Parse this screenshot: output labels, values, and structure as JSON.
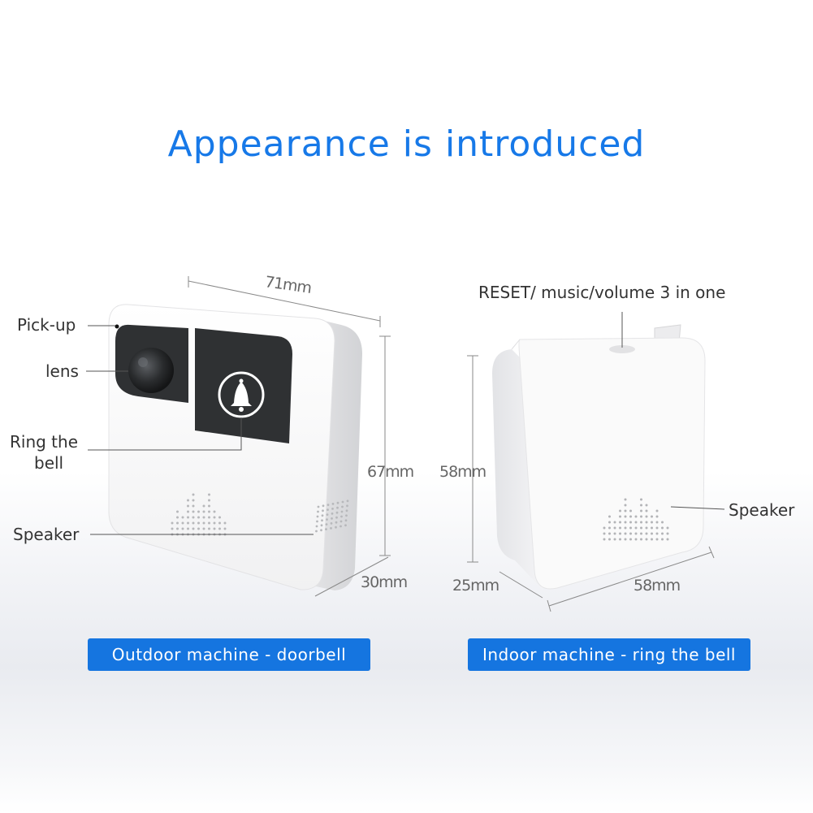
{
  "title": "Appearance is introduced",
  "outdoor": {
    "labels": {
      "pickup": "Pick-up",
      "lens": "lens",
      "ring_line1": "Ring the",
      "ring_line2": "bell",
      "speaker": "Speaker"
    },
    "dims": {
      "width": "71mm",
      "height": "67mm",
      "depth": "30mm"
    },
    "caption": "Outdoor machine - doorbell"
  },
  "indoor": {
    "labels": {
      "reset": "RESET/ music/volume 3 in one",
      "speaker": "Speaker"
    },
    "dims": {
      "height": "58mm",
      "depth": "25mm",
      "width": "58mm"
    },
    "caption": "Indoor machine - ring the bell"
  },
  "colors": {
    "accent": "#1779e8",
    "badge": "#1575e0",
    "device_face": "#f7f7f7",
    "camera_panel": "#2f3133"
  },
  "icons": {
    "bell": "bell-icon",
    "lens": "camera-lens-icon"
  }
}
